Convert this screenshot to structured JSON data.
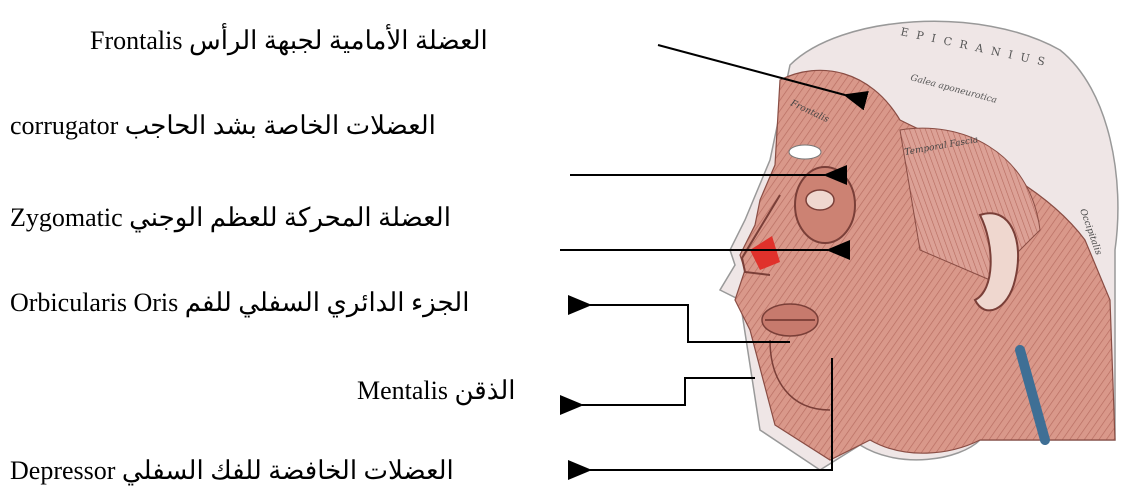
{
  "labels": [
    {
      "id": "frontalis",
      "text": "Frontalis العضلة الأمامية لجبهة الرأس"
    },
    {
      "id": "corrugator",
      "text": "corrugator العضلات الخاصة بشد الحاجب"
    },
    {
      "id": "zygomatic",
      "text": "Zygomatic العضلة المحركة للعظم الوجني"
    },
    {
      "id": "orbicularis",
      "text": "Orbicularis Oris الجزء الدائري السفلي للفم"
    },
    {
      "id": "mentalis",
      "text": "Mentalis الذقن"
    },
    {
      "id": "depressor",
      "text": "Depressor العضلات الخافضة للفك السفلي"
    }
  ],
  "illustration": {
    "skull_lettering": [
      "EPICRANIUS",
      "Galea aponeurotica",
      "Temporal Fascia",
      "Frontalis",
      "Occipitalis"
    ],
    "colors": {
      "muscle": "#d9988a",
      "muscle_dark": "#b86e62",
      "skin": "#efd7cf",
      "highlight": "#e0312b",
      "vein": "#3f6f95"
    }
  }
}
